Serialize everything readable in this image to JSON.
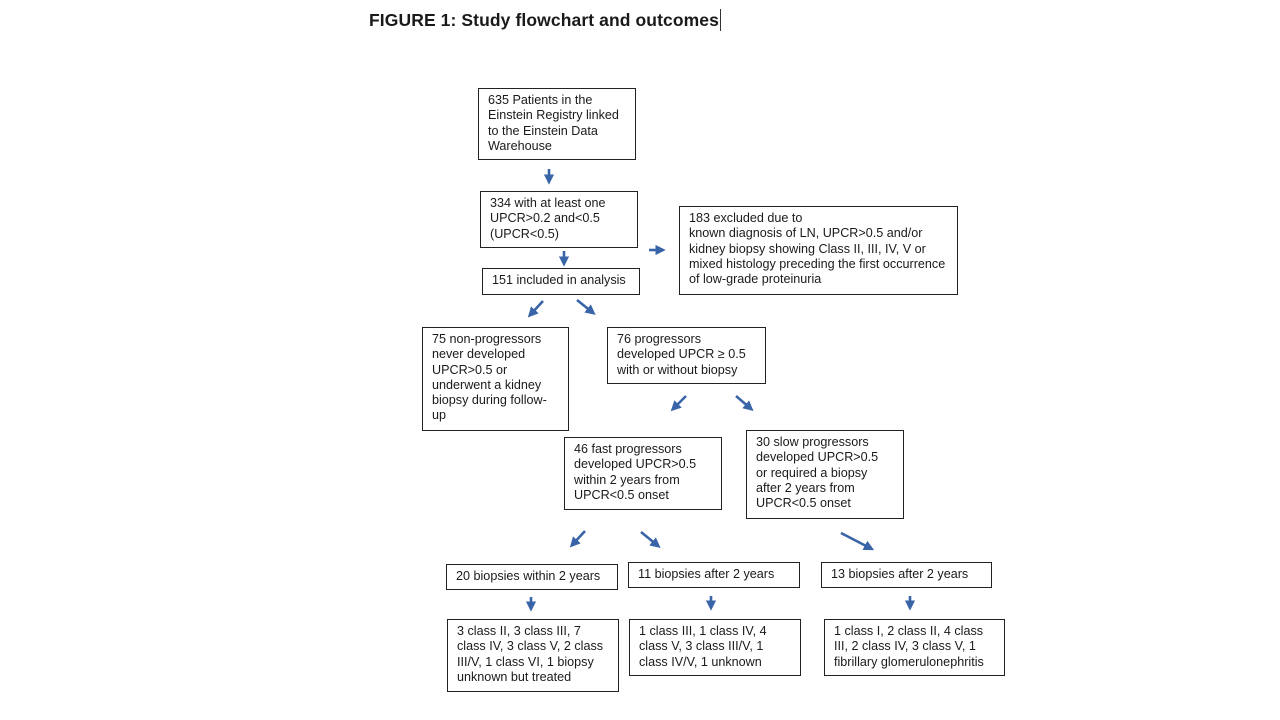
{
  "title": "FIGURE 1: Study flowchart and outcomes",
  "boxes": {
    "registry": [
      "635 Patients in the",
      "Einstein Registry linked",
      "to the Einstein Data",
      "Warehouse"
    ],
    "upcr": [
      "334 with at least one",
      "UPCR>0.2 and<0.5",
      "(UPCR<0.5)"
    ],
    "excluded": [
      "183 excluded due to",
      "known diagnosis of LN,  UPCR>0.5 and/or",
      "kidney biopsy showing Class II, III, IV, V or",
      "mixed histology preceding the first occurrence",
      "of low-grade proteinuria"
    ],
    "included": [
      "151 included in analysis"
    ],
    "nonprog": [
      "75 non-progressors",
      "never developed",
      "UPCR>0.5 or",
      "underwent a kidney",
      "biopsy during follow-",
      "up"
    ],
    "prog": [
      "76 progressors",
      "developed UPCR ≥ 0.5",
      "with or without biopsy"
    ],
    "fast": [
      "46 fast progressors",
      "developed UPCR>0.5",
      "within 2 years from",
      "UPCR<0.5 onset"
    ],
    "slow": [
      "30 slow progressors",
      "developed UPCR>0.5",
      "or required a biopsy",
      "after 2 years from",
      "UPCR<0.5 onset"
    ],
    "b20": [
      "20 biopsies within 2 years"
    ],
    "b11": [
      "11 biopsies after 2 years"
    ],
    "b13": [
      "13 biopsies after 2 years"
    ],
    "r20": [
      "3 class II, 3 class III, 7",
      "class IV, 3 class V, 2 class",
      "III/V, 1 class VI, 1 biopsy",
      "unknown but treated"
    ],
    "r11": [
      "1 class III, 1 class IV, 4",
      "class V, 3 class III/V, 1",
      "class IV/V, 1 unknown"
    ],
    "r13": [
      "1 class I, 2 class II, 4 class",
      "III, 2 class IV, 3 class V, 1",
      "fibrillary glomerulonephritis"
    ]
  },
  "colors": {
    "arrow": "#3a64a8",
    "border": "#222222"
  }
}
